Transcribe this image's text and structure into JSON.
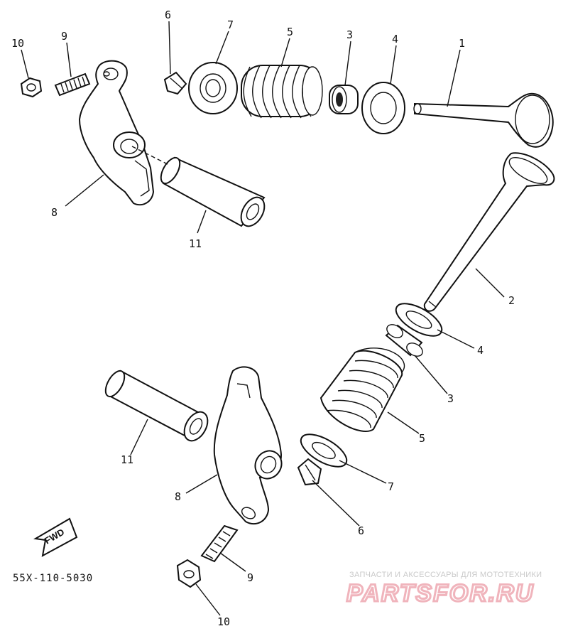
{
  "diagram_code": "55X-110-5030",
  "fwd_label": "FWD",
  "watermark": {
    "tagline": "ЗАПЧАСТИ И АКСЕССУАРЫ ДЛЯ МОТОТЕХНИКИ",
    "brand": "PARTSFOR.RU"
  },
  "callouts": {
    "top_10": "10",
    "top_9": "9",
    "top_6": "6",
    "top_7": "7",
    "top_5": "5",
    "top_3": "3",
    "top_4": "4",
    "top_1": "1",
    "top_8": "8",
    "top_11": "11",
    "bot_2": "2",
    "bot_4": "4",
    "bot_3": "3",
    "bot_5": "5",
    "bot_7": "7",
    "bot_6": "6",
    "bot_11": "11",
    "bot_8": "8",
    "bot_9": "9",
    "bot_10": "10"
  }
}
